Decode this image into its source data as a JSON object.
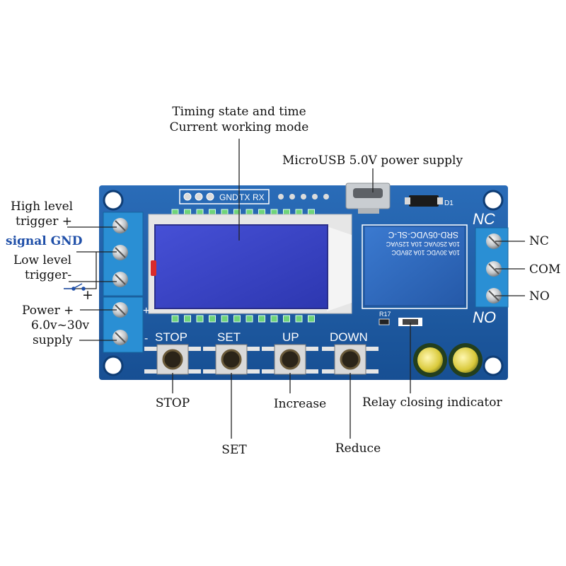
{
  "annotations": {
    "timing_line1": "Timing state and time",
    "timing_line2": "Current working mode",
    "microusb": "MicroUSB 5.0V power supply",
    "high_level_line1": "High level",
    "high_level_line2": "trigger +",
    "signal_gnd": "signal GND",
    "low_level_line1": "Low level",
    "low_level_line2": "trigger-",
    "plus_sign": "+",
    "power_line1": "Power +",
    "power_line2": "6.0v~30v",
    "power_line3": "supply",
    "nc": "NC",
    "com": "COM",
    "no": "NO",
    "stop": "STOP",
    "set": "SET",
    "increase": "Increase",
    "reduce": "Reduce",
    "relay_indicator": "Relay closing indicator"
  },
  "board": {
    "header_gnd": "GND",
    "header_tx": "TX",
    "header_rx": "RX",
    "btn_stop": "STOP",
    "btn_set": "SET",
    "btn_up": "UP",
    "btn_down": "DOWN",
    "term_plus": "+",
    "term_minus": "-",
    "nc": "NC",
    "no": "NO",
    "d1": "D1",
    "r17": "R17",
    "relay_line1": "SRD-05VDC-SL-C",
    "relay_line2": "10A 250VAC  10A 125VAC",
    "relay_line3": "10A  30VDC  10A  28VDC"
  },
  "colors": {
    "pcb": "#1f5fa8",
    "lcd": "#3a45c8",
    "relay": "#2f6ec4",
    "terminal": "#2a8fd4",
    "label_blue": "#1f4fa8"
  }
}
